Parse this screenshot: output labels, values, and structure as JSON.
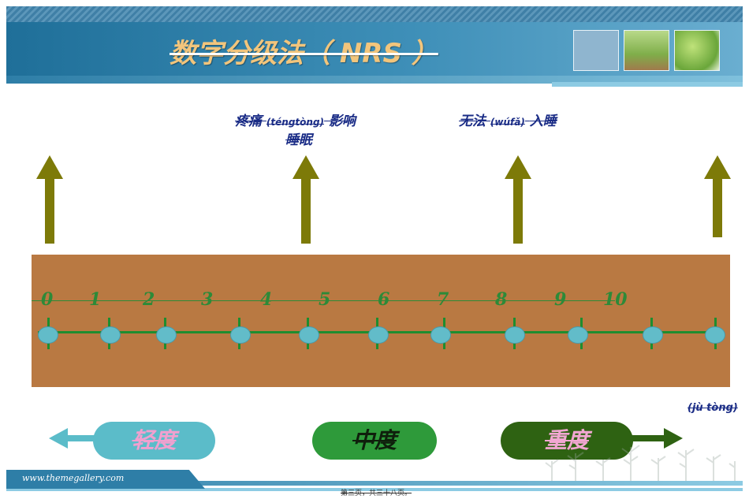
{
  "title": "数字分级法（ NRS ）",
  "colors": {
    "header": "#2e7ea7",
    "arrow": "#7d7a08",
    "panel": "#b97942",
    "scale_green": "#1e8d2f",
    "dot": "#62bcc9",
    "mild": "#5bbcc9",
    "moderate": "#2e9a3a",
    "severe": "#2e6212"
  },
  "annotations": {
    "sleep_affected_a": "疼痛",
    "sleep_affected_pinyin": "(téngtòng)",
    "sleep_affected_b": "影响",
    "sleep_affected_c": "睡眠",
    "cannot_sleep_a": "无法",
    "cannot_sleep_pinyin": "(wúfǎ)",
    "cannot_sleep_b": "入睡"
  },
  "scale": {
    "numbers": [
      "0",
      "1",
      "2",
      "3",
      "4",
      "5",
      "6",
      "7",
      "8",
      "9",
      "10"
    ]
  },
  "severity": {
    "mild": "轻度",
    "moderate": "中度",
    "severe": "重度",
    "pinyin_note": "(jù  tòng)"
  },
  "footer": {
    "site": "www.themegallery.com",
    "page": "第三页，共三十八页。"
  },
  "icons": [
    "arrow-up-icon",
    "arrow-left-icon",
    "arrow-right-icon",
    "plant-decoration-icon"
  ]
}
